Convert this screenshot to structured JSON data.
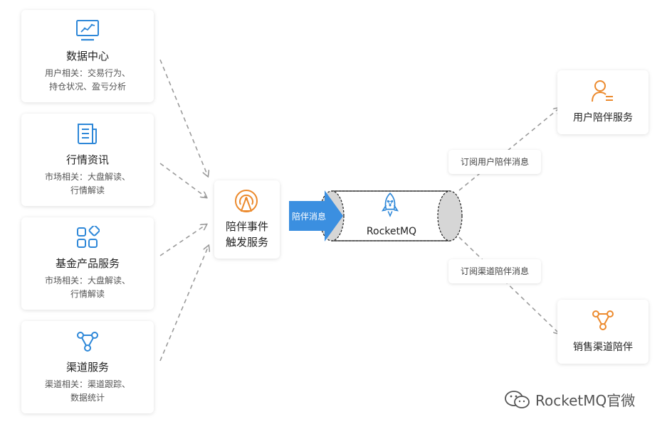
{
  "sources": [
    {
      "title": "数据中心",
      "desc": [
        "用户相关：交易行为、",
        "持仓状况、盈亏分析"
      ],
      "icon": "monitor-chart-icon"
    },
    {
      "title": "行情资讯",
      "desc": [
        "市场相关：大盘解读、",
        "行情解读"
      ],
      "icon": "news-document-icon"
    },
    {
      "title": "基金产品服务",
      "desc": [
        "市场相关：大盘解读、",
        "行情解读"
      ],
      "icon": "grid-apps-icon"
    },
    {
      "title": "渠道服务",
      "desc": [
        "渠道相关：渠道跟踪、",
        "数据统计"
      ],
      "icon": "network-nodes-icon"
    }
  ],
  "trigger": {
    "line1": "陪伴事件",
    "line2": "触发服务",
    "icon": "signal-tower-icon"
  },
  "arrow_label": "陪伴消息",
  "queue": {
    "name": "RocketMQ",
    "icon": "rocket-icon"
  },
  "subscriptions": [
    {
      "label": "订阅用户陪伴消息",
      "target": "用户陪伴服务",
      "icon": "user-list-icon"
    },
    {
      "label": "订阅渠道陪伴消息",
      "target": "销售渠道陪伴",
      "icon": "network-nodes-icon"
    }
  ],
  "watermark": "RocketMQ官微",
  "colors": {
    "blue": "#2d87d8",
    "orange": "#ec8a2d",
    "arrow": "#3b8fe0",
    "dash": "#9b9b9b",
    "cylinder": "#d6d6d6"
  }
}
